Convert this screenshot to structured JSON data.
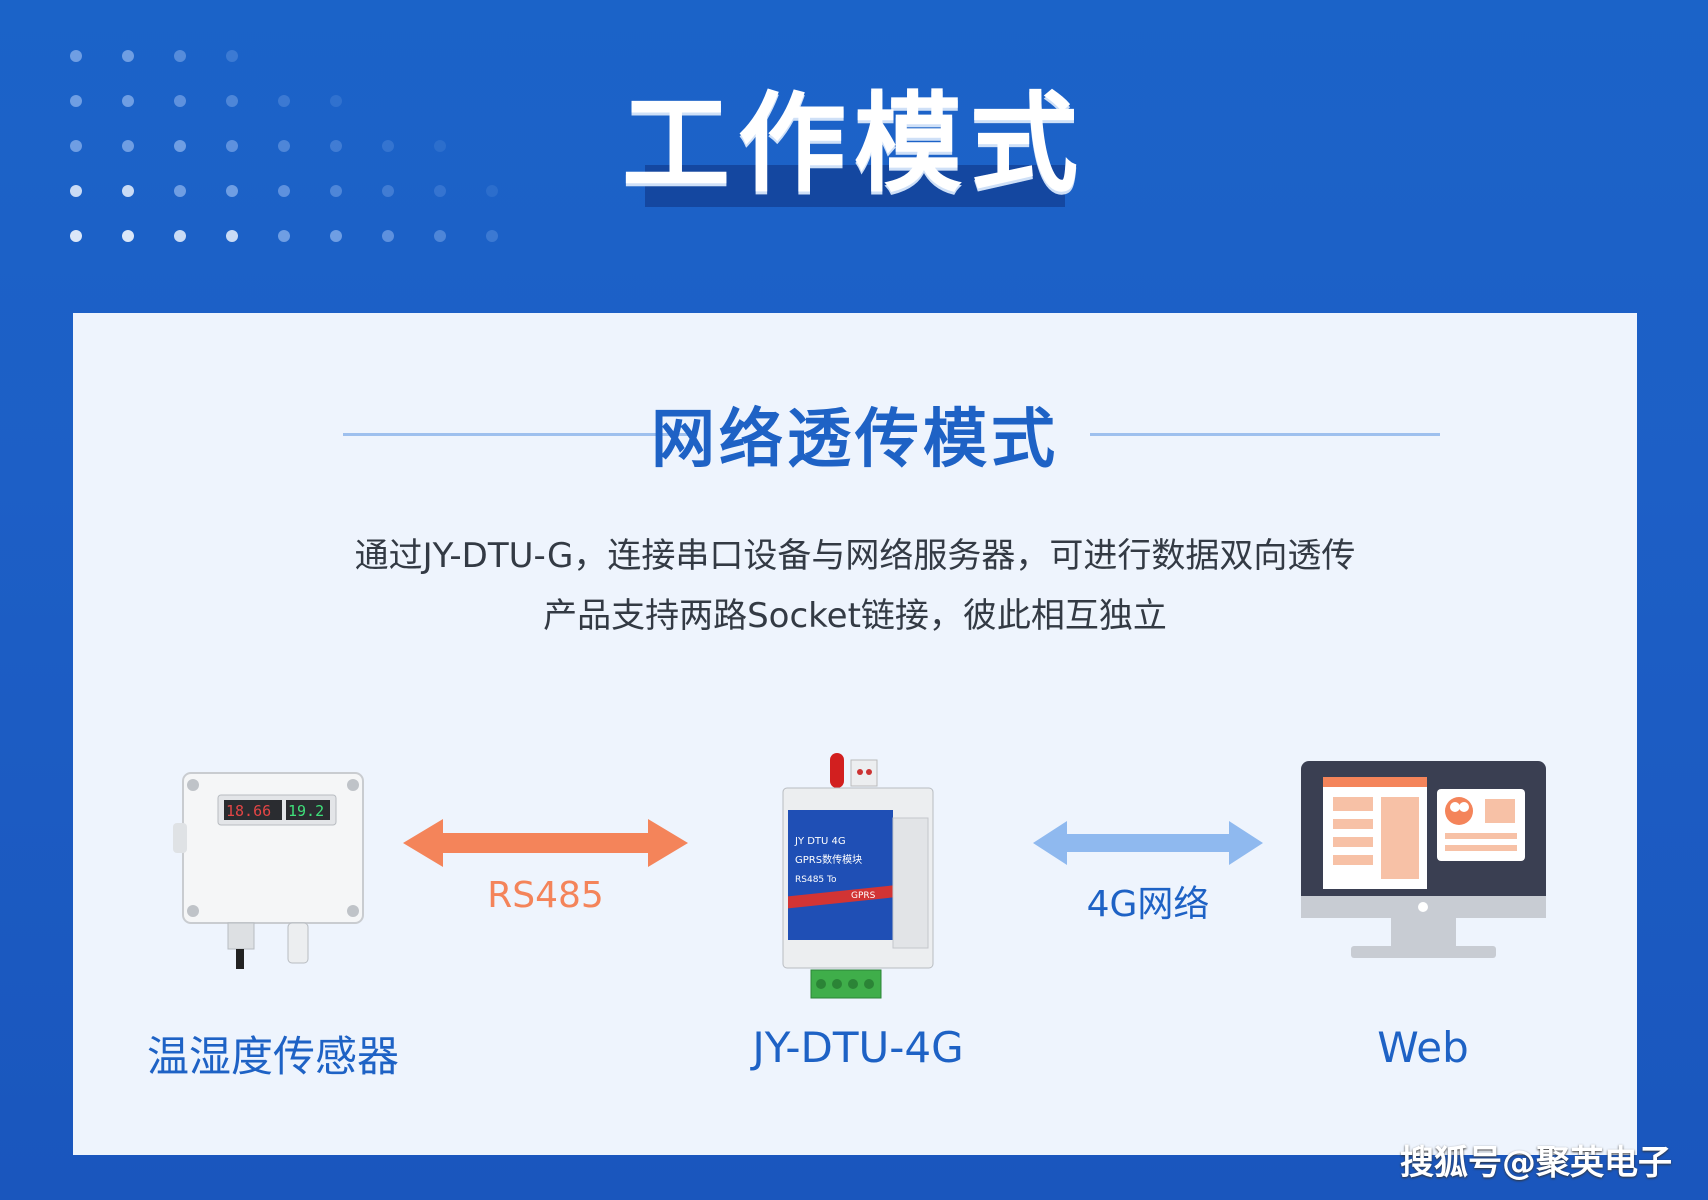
{
  "header": {
    "title": "工作模式"
  },
  "section": {
    "title": "网络透传模式",
    "description_line1": "通过JY-DTU-G，连接串口设备与网络服务器，可进行数据双向透传",
    "description_line2": "产品支持两路Socket链接，彼此相互独立"
  },
  "diagram": {
    "left_device": {
      "label": "温湿度传感器",
      "display_left": "18.66",
      "display_right": "19.2"
    },
    "left_link": {
      "label": "RS485",
      "color": "#f4845a"
    },
    "center_device": {
      "label": "JY-DTU-4G",
      "front_text": [
        "JY DTU 4G",
        "GPRS数传模块",
        "RS485 To",
        "GPRS"
      ]
    },
    "right_link": {
      "label": "4G网络",
      "color": "#8fb9ef"
    },
    "right_device": {
      "label": "Web"
    }
  },
  "watermark": {
    "text": "搜狐号@聚英电子"
  },
  "colors": {
    "background": "#1b63c8",
    "panel": "#eef4fd",
    "accent": "#1e62c5",
    "rs485": "#f4845a",
    "network": "#8fb9ef"
  }
}
